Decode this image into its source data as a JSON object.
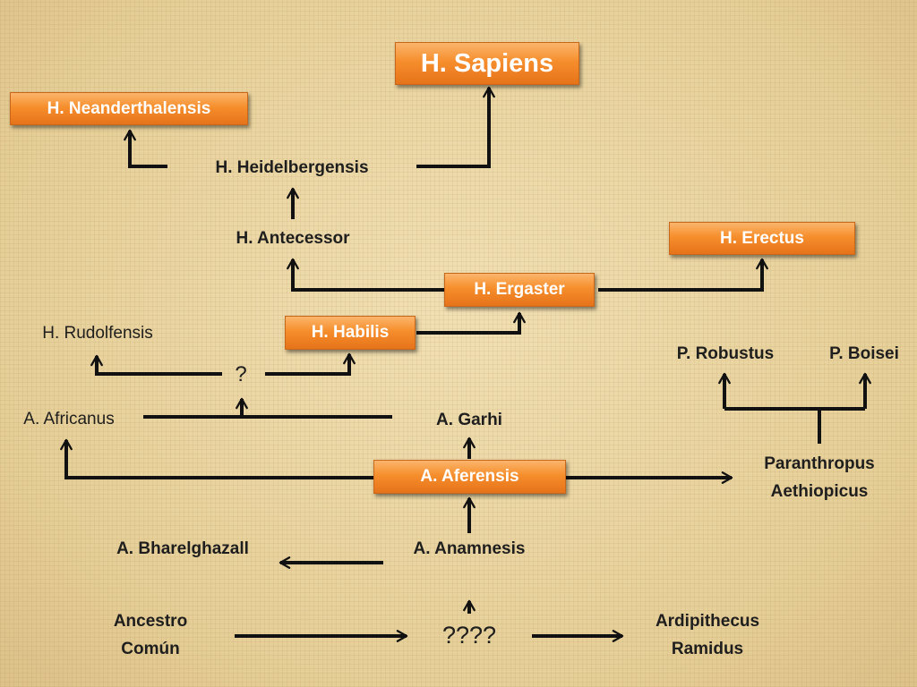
{
  "boxes": {
    "sapiens": "H. Sapiens",
    "neanderthalensis": "H. Neanderthalensis",
    "erectus": "H. Erectus",
    "ergaster": "H. Ergaster",
    "habilis": "H. Habilis",
    "aferensis": "A. Aferensis"
  },
  "labels": {
    "heidelbergensis": "H. Heidelbergensis",
    "antecessor": "H. Antecessor",
    "rudolfensis": "H. Rudolfensis",
    "unknown_single": "?",
    "africanus": "A. Africanus",
    "garhi": "A. Garhi",
    "robustus": "P. Robustus",
    "boisei": "P. Boisei",
    "paranthropus_line1": "Paranthropus",
    "paranthropus_line2": "Aethiopicus",
    "bharelghazall": "A. Bharelghazall",
    "anamnesis": "A. Anamnesis",
    "ancestro_line1": "Ancestro",
    "ancestro_line2": "Común",
    "unknown_multi": "????",
    "ardipithecus_line1": "Ardipithecus",
    "ardipithecus_line2": "Ramidus"
  },
  "colors": {
    "box_fill": "#f68e2c",
    "box_text": "#ffffff",
    "label_text": "#1e1e1e",
    "arrow": "#111111"
  }
}
